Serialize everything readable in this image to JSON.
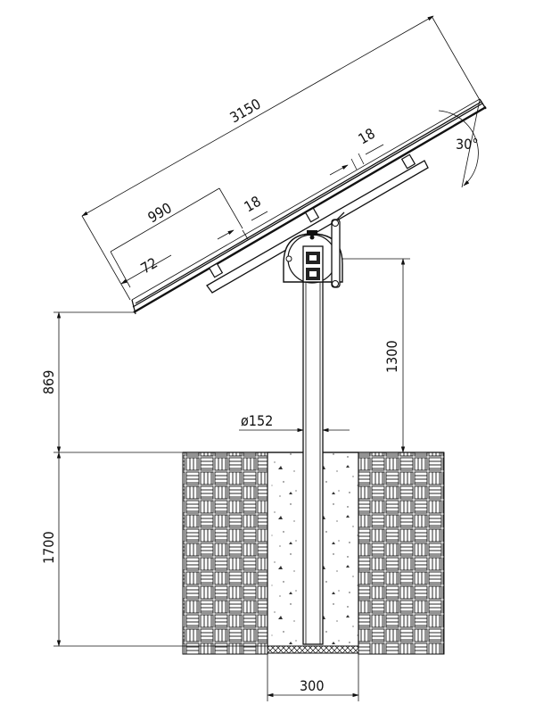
{
  "dimensions": {
    "panel_length": "3150",
    "purlin_spacing": "990",
    "rail_width_left": "18",
    "rail_width_right": "18",
    "edge_offset": "72",
    "tilt_angle": "30°",
    "pivot_height": "1300",
    "panel_low_edge_height": "869",
    "post_diameter": "ø152",
    "foundation_depth": "1700",
    "foundation_width": "300"
  },
  "colors": {
    "ink": "#111111",
    "paper": "#ffffff"
  }
}
